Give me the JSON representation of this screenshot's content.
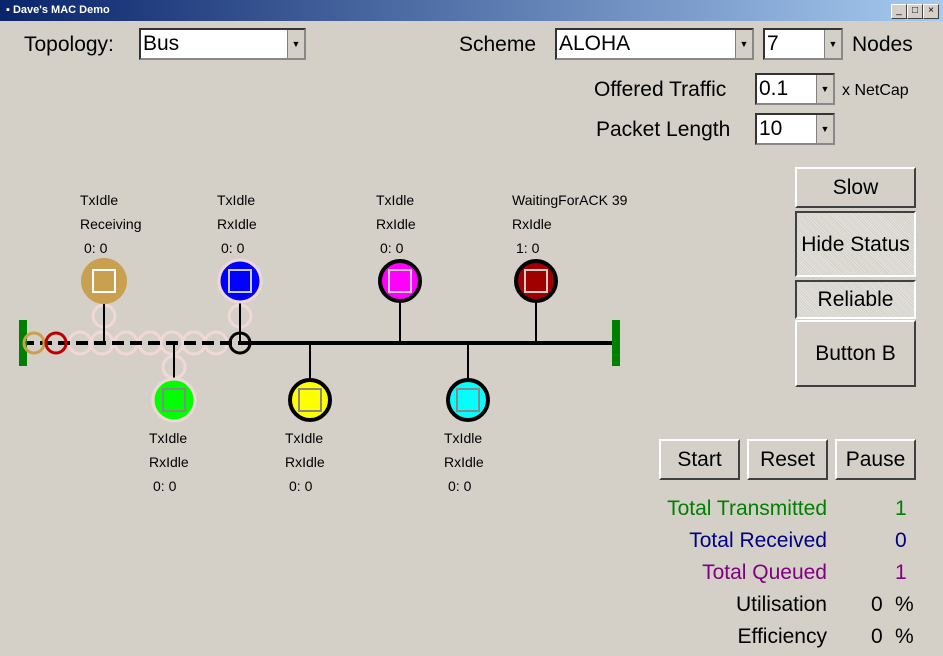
{
  "window": {
    "title": "Dave's MAC Demo"
  },
  "controls": {
    "topology_label": "Topology:",
    "topology_value": "Bus",
    "scheme_label": "Scheme",
    "scheme_value": "ALOHA",
    "nodes_value": "7",
    "nodes_label": "Nodes",
    "traffic_label": "Offered Traffic",
    "traffic_value": "0.1",
    "traffic_unit": "x NetCap",
    "packet_label": "Packet Length",
    "packet_value": "10"
  },
  "buttons": {
    "slow": "Slow",
    "hide_status": "Hide Status",
    "reliable": "Reliable",
    "button_b": "Button B",
    "start": "Start",
    "reset": "Reset",
    "pause": "Pause"
  },
  "nodes": [
    {
      "tx": "TxIdle",
      "rx": "Receiving",
      "count": "0: 0",
      "color": "#c8a050"
    },
    {
      "tx": "TxIdle",
      "rx": "RxIdle",
      "count": "0: 0",
      "color": "#0000ff"
    },
    {
      "tx": "TxIdle",
      "rx": "RxIdle",
      "count": "0: 0",
      "color": "#ff00ff"
    },
    {
      "tx": "WaitingForACK 39",
      "rx": "RxIdle",
      "count": "1: 0",
      "color": "#a00000"
    },
    {
      "tx": "TxIdle",
      "rx": "RxIdle",
      "count": "0: 0",
      "color": "#00ff00"
    },
    {
      "tx": "TxIdle",
      "rx": "RxIdle",
      "count": "0: 0",
      "color": "#ffff00"
    },
    {
      "tx": "TxIdle",
      "rx": "RxIdle",
      "count": "0: 0",
      "color": "#00ffff"
    }
  ],
  "stats": [
    {
      "label": "Total Transmitted",
      "value": "1",
      "color": "#008000"
    },
    {
      "label": "Total Received",
      "value": "0",
      "color": "#000080"
    },
    {
      "label": "Total Queued",
      "value": "1",
      "color": "#800080"
    },
    {
      "label": "Utilisation",
      "value": "0",
      "unit": "%",
      "color": "#000000"
    },
    {
      "label": "Efficiency",
      "value": "0",
      "unit": "%",
      "color": "#000000"
    }
  ]
}
